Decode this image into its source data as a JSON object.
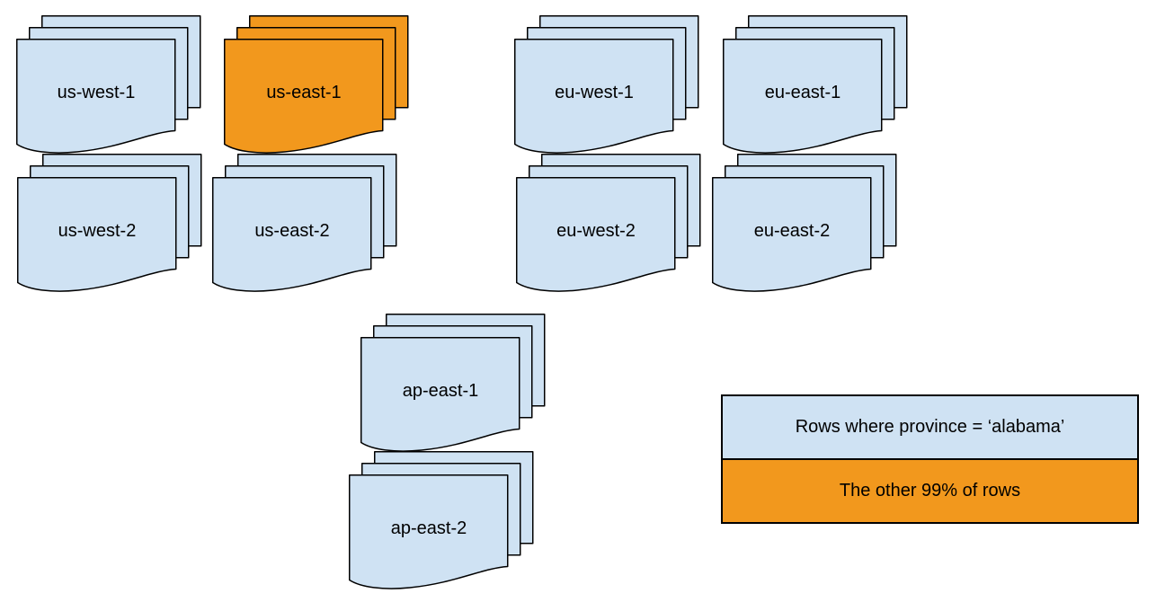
{
  "regions": [
    {
      "id": "us-west-1",
      "label": "us-west-1",
      "fill": "#cfe2f3"
    },
    {
      "id": "us-east-1",
      "label": "us-east-1",
      "fill": "#f2981d"
    },
    {
      "id": "eu-west-1",
      "label": "eu-west-1",
      "fill": "#cfe2f3"
    },
    {
      "id": "eu-east-1",
      "label": "eu-east-1",
      "fill": "#cfe2f3"
    },
    {
      "id": "us-west-2",
      "label": "us-west-2",
      "fill": "#cfe2f3"
    },
    {
      "id": "us-east-2",
      "label": "us-east-2",
      "fill": "#cfe2f3"
    },
    {
      "id": "eu-west-2",
      "label": "eu-west-2",
      "fill": "#cfe2f3"
    },
    {
      "id": "eu-east-2",
      "label": "eu-east-2",
      "fill": "#cfe2f3"
    },
    {
      "id": "ap-east-1",
      "label": "ap-east-1",
      "fill": "#cfe2f3"
    },
    {
      "id": "ap-east-2",
      "label": "ap-east-2",
      "fill": "#cfe2f3"
    }
  ],
  "legend": {
    "rows": [
      {
        "label": "Rows where province = ‘alabama’",
        "fill": "#cfe2f3"
      },
      {
        "label": "The other 99% of rows",
        "fill": "#f2981d"
      }
    ]
  },
  "colors": {
    "doc_blue": "#cfe2f3",
    "highlight_orange": "#f2981d",
    "stroke": "#000000",
    "background": "#ffffff"
  }
}
